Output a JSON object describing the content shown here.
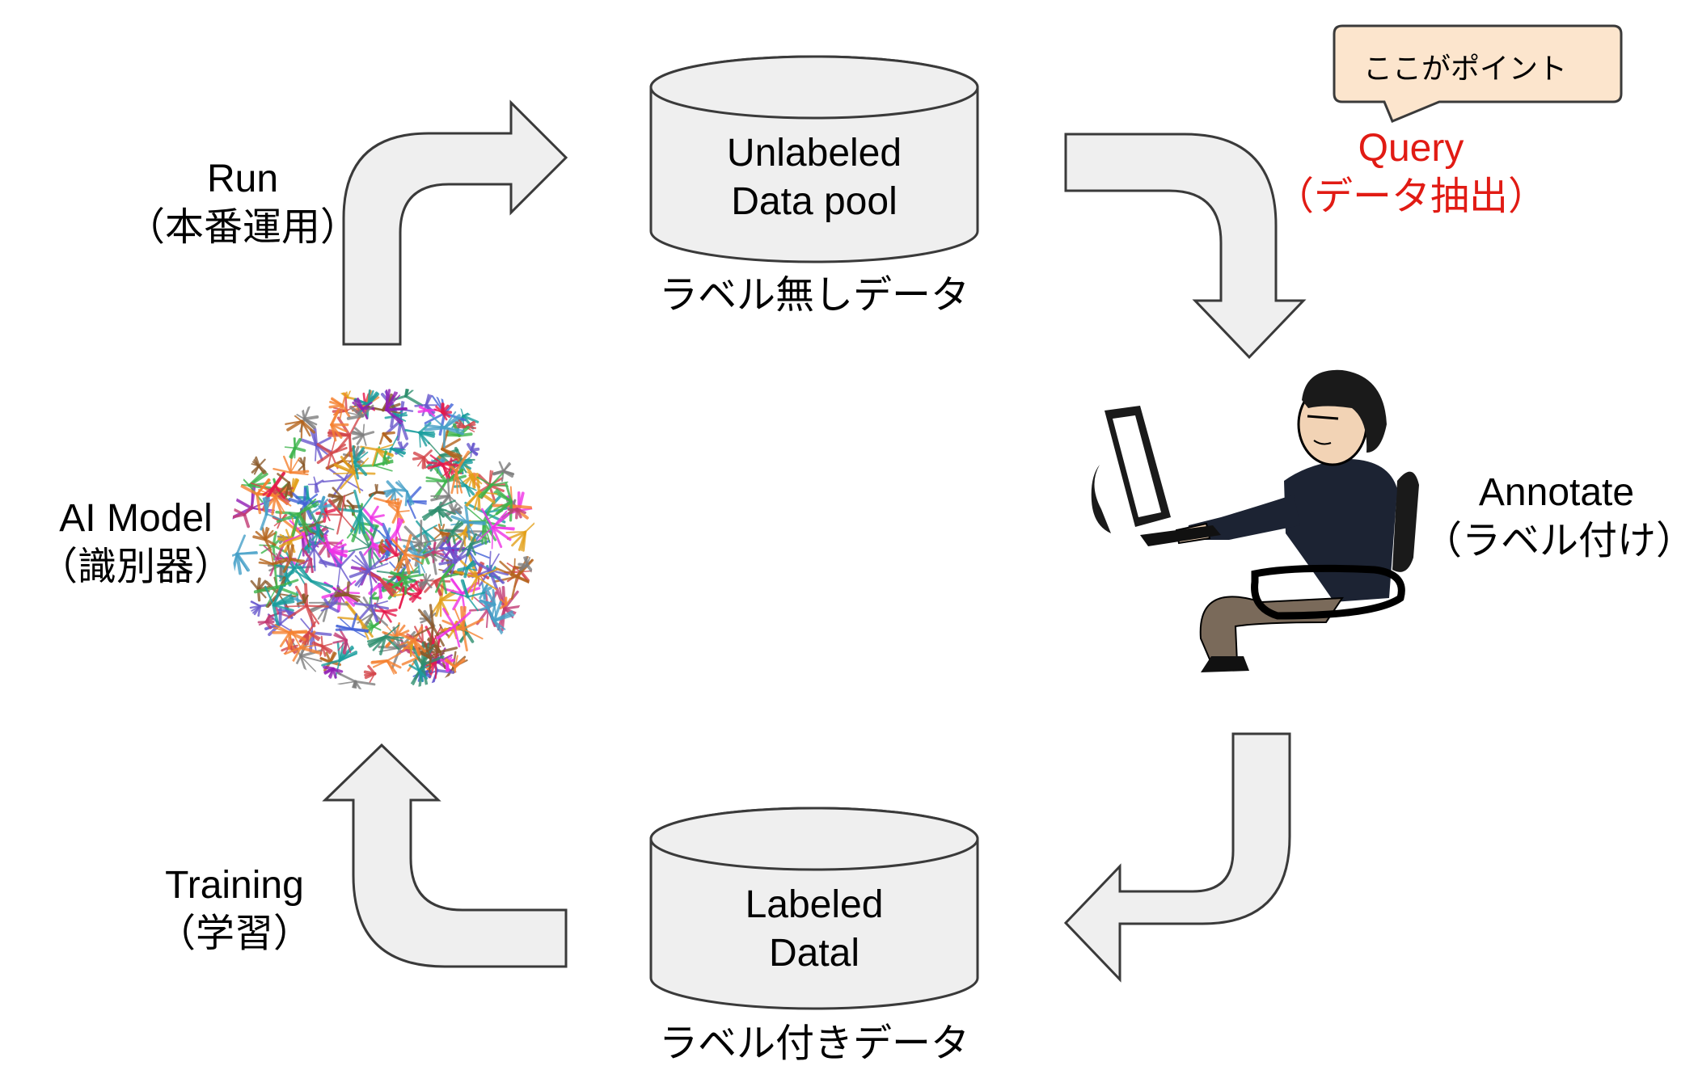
{
  "colors": {
    "arrow_fill": "#efefef",
    "arrow_stroke": "#3a3a3a",
    "cylinder_fill": "#efefef",
    "callout_fill": "#fce5cd",
    "query_text": "#e11b14"
  },
  "callout": {
    "text": "ここがポイント"
  },
  "nodes": {
    "unlabeled": {
      "line1": "Unlabeled",
      "line2": "Data pool",
      "caption": "ラベル無しデータ"
    },
    "labeled": {
      "line1": "Labeled",
      "line2": "Datal",
      "caption": "ラベル付きデータ"
    },
    "model": {
      "line1": "AI Model",
      "line2": "（識別器）",
      "icon": "neural-network-sphere-icon"
    },
    "annotator": {
      "icon": "person-at-computer-icon"
    }
  },
  "edges": {
    "run": {
      "line1": "Run",
      "line2": "（本番運用）"
    },
    "query": {
      "line1": "Query",
      "line2": "（データ抽出）"
    },
    "annotate": {
      "line1": "Annotate",
      "line2": "（ラベル付け）"
    },
    "training": {
      "line1": "Training",
      "line2": "（学習）"
    }
  }
}
